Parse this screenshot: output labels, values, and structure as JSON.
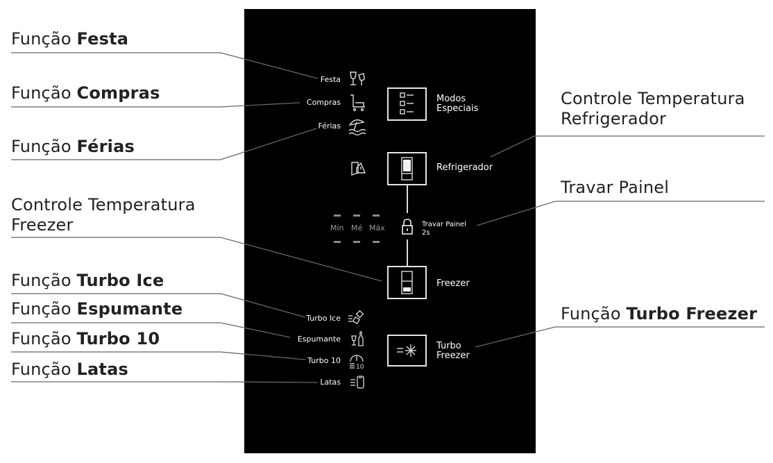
{
  "colors": {
    "panel_bg": "#000000",
    "panel_text": "#ffffff",
    "callout_text": "#222222",
    "leader": "#666666",
    "muted": "#9a9a9a"
  },
  "callouts": {
    "festa": {
      "prefix": "Função",
      "bold": "Festa"
    },
    "compras": {
      "prefix": "Função",
      "bold": "Compras"
    },
    "ferias": {
      "prefix": "Função",
      "bold": "Férias"
    },
    "controle_refrig": {
      "line1": "Controle Temperatura",
      "line2": "Refrigerador"
    },
    "travar": {
      "text": "Travar Painel"
    },
    "controle_freezer": {
      "line1": "Controle Temperatura",
      "line2": "Freezer"
    },
    "turbo_ice": {
      "prefix": "Função",
      "bold": "Turbo Ice"
    },
    "espumante": {
      "prefix": "Função",
      "bold": "Espumante"
    },
    "turbo10": {
      "prefix": "Função",
      "bold": "Turbo 10"
    },
    "latas": {
      "prefix": "Função",
      "bold": "Latas"
    },
    "turbo_freezer": {
      "prefix": "Função",
      "bold": "Turbo Freezer"
    }
  },
  "panel": {
    "modes": {
      "festa": "Festa",
      "compras": "Compras",
      "ferias": "Férias"
    },
    "modos_especiais": {
      "line1": "Modos",
      "line2": "Especiais"
    },
    "refrigerador": "Refrigerador",
    "travar": {
      "line1": "Travar Painel",
      "line2": "2s"
    },
    "scale": {
      "min": "Mín",
      "med": "Mé",
      "max": "Máx"
    },
    "freezer": "Freezer",
    "functions": {
      "turbo_ice": "Turbo Ice",
      "espumante": "Espumante",
      "turbo10": "Turbo 10",
      "latas": "Latas"
    },
    "turbo_freezer": {
      "line1": "Turbo",
      "line2": "Freezer"
    }
  },
  "icons": [
    "glasses-icon",
    "cart-icon",
    "beach-umbrella-icon",
    "door-alarm-icon",
    "list-icon",
    "fridge-icon",
    "lock-icon",
    "freezer-icon",
    "ice-cubes-icon",
    "bottle-icon",
    "timer-10-icon",
    "can-icon",
    "snowflake-icon"
  ]
}
